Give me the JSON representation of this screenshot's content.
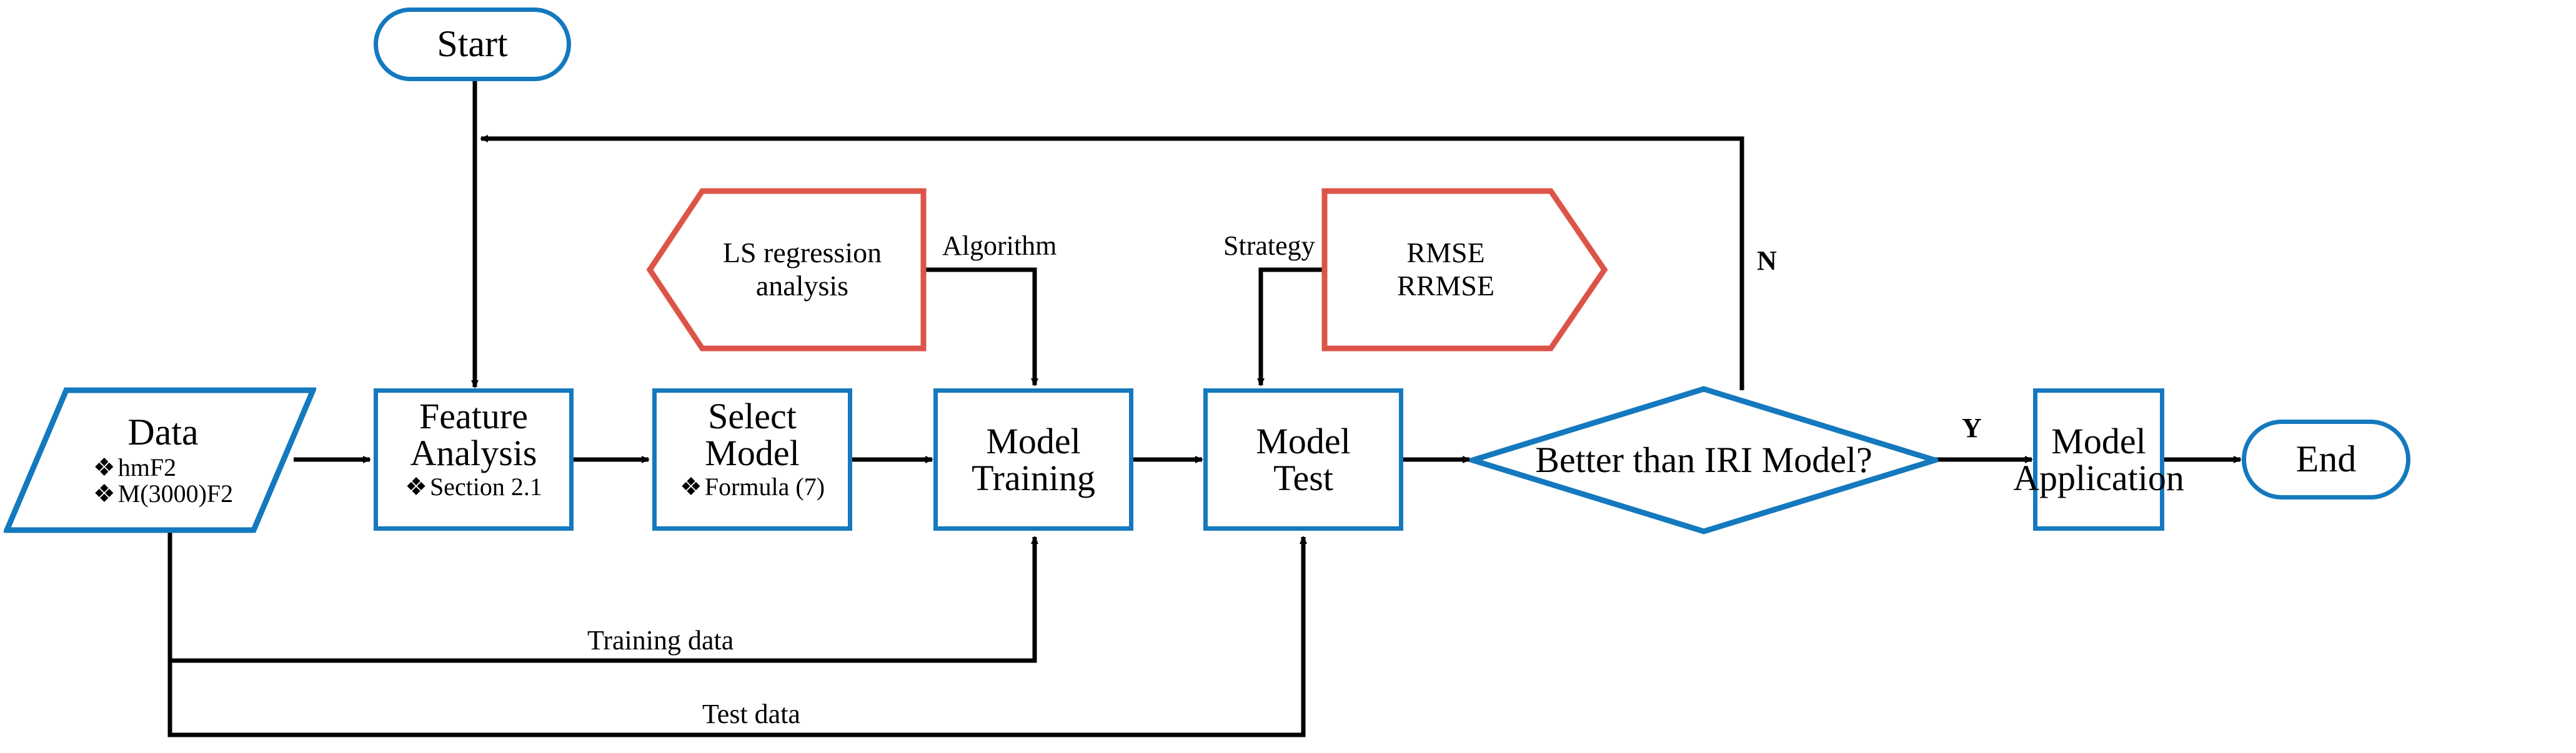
{
  "diagram": {
    "title": "Ionospheric model training and evaluation flowchart",
    "colors": {
      "process_blue": "#1479be",
      "accent_red": "#dc5449",
      "line_black": "#000000",
      "background": "#ffffff"
    },
    "nodes": {
      "start": {
        "label": "Start",
        "shape": "terminator"
      },
      "data": {
        "label": "Data",
        "shape": "parallelogram",
        "bullets": [
          {
            "mark": "❖",
            "text": "hmF2"
          },
          {
            "mark": "❖",
            "text": "M(3000)F2"
          }
        ]
      },
      "feature_analysis": {
        "line1": "Feature",
        "line2": "Analysis",
        "shape": "process",
        "bullets": [
          {
            "mark": "❖",
            "text": "Section 2.1"
          }
        ]
      },
      "select_model": {
        "line1": "Select",
        "line2": "Model",
        "shape": "process",
        "bullets": [
          {
            "mark": "❖",
            "text": "Formula (7)"
          }
        ]
      },
      "model_training": {
        "line1": "Model",
        "line2": "Training",
        "shape": "process"
      },
      "model_test": {
        "line1": "Model",
        "line2": "Test",
        "shape": "process"
      },
      "decision": {
        "label": "Better than IRI Model?",
        "shape": "decision"
      },
      "model_application": {
        "line1": "Model",
        "line2": "Application",
        "shape": "process"
      },
      "end": {
        "label": "End",
        "shape": "terminator"
      },
      "ls_regression": {
        "line1": "LS regression",
        "line2": "analysis",
        "shape": "hexagon-left-notch"
      },
      "metrics": {
        "line1": "RMSE",
        "line2": "RRMSE",
        "shape": "hexagon-right-notch"
      }
    },
    "edge_labels": {
      "algorithm": "Algorithm",
      "strategy": "Strategy",
      "training_data": "Training data",
      "test_data": "Test data",
      "branch_no": "N",
      "branch_yes": "Y"
    }
  }
}
